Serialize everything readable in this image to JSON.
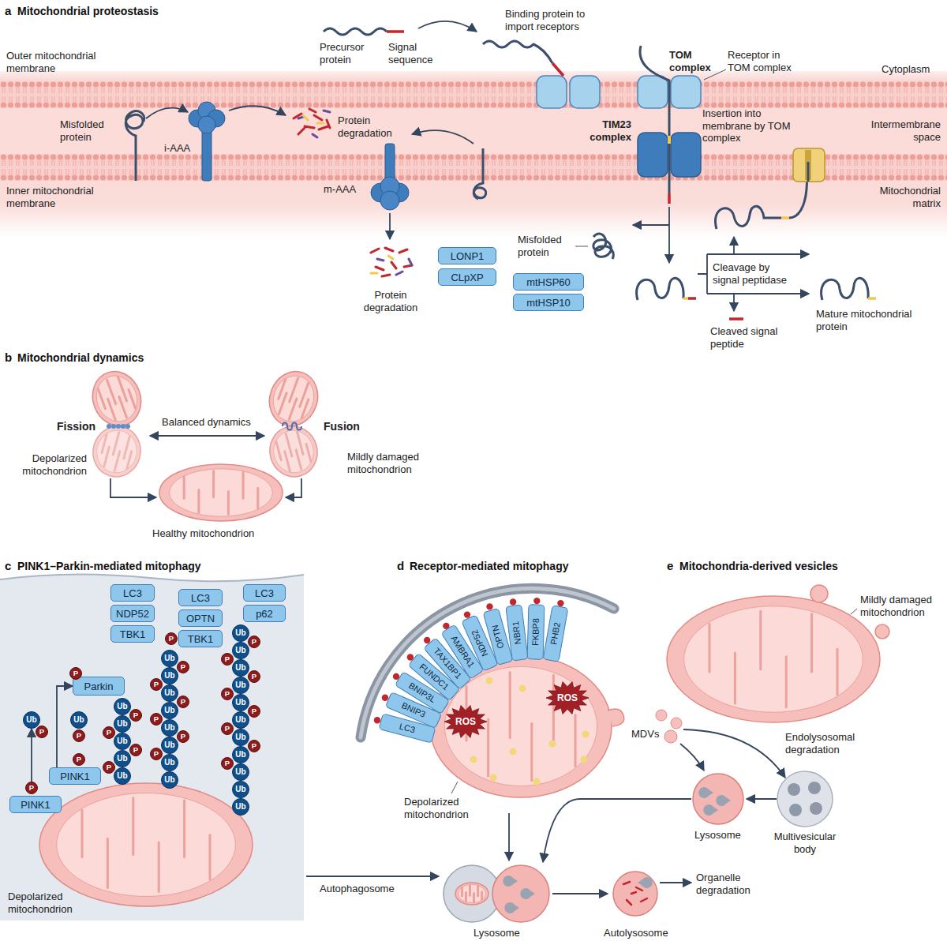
{
  "diagram": {
    "nodes": [
      {
        "text": [
          "LONP1"
        ]
      },
      {
        "text": [
          "CLpXP"
        ]
      },
      {
        "text": [
          "mtHSP60"
        ]
      },
      {
        "text": [
          "mtHSP10"
        ]
      },
      {
        "text": [
          "LC3"
        ]
      },
      {
        "text": [
          "NDP52"
        ]
      },
      {
        "text": [
          "TBK1"
        ]
      },
      {
        "text": [
          "LC3"
        ]
      },
      {
        "text": [
          "OPTN"
        ]
      },
      {
        "text": [
          "TBK1"
        ]
      },
      {
        "text": [
          "LC3"
        ]
      },
      {
        "text": [
          "p62"
        ]
      },
      {
        "text": [
          "Parkin"
        ]
      },
      {
        "text": [
          "P"
        ]
      },
      {
        "text": [
          "Ub"
        ]
      },
      {
        "text": [
          "P"
        ]
      },
      {
        "text": [
          "Ub"
        ]
      },
      {
        "text": [
          "P"
        ]
      },
      {
        "text": [
          "PINK1"
        ]
      },
      {
        "text": [
          "P"
        ]
      },
      {
        "text": [
          "PINK1"
        ]
      },
      {
        "text": [
          "P"
        ]
      },
      {
        "text": [
          "P"
        ]
      },
      {
        "text": [
          "Ub"
        ]
      },
      {
        "text": [
          "P"
        ]
      },
      {
        "text": [
          "Ub"
        ]
      },
      {
        "text": [
          "P"
        ]
      },
      {
        "text": [
          "Ub"
        ]
      },
      {
        "text": [
          "P"
        ]
      },
      {
        "text": [
          "Ub"
        ]
      },
      {
        "text": [
          "P"
        ]
      },
      {
        "text": [
          "Ub"
        ]
      },
      {
        "text": [
          "Ub"
        ]
      },
      {
        "text": [
          "P"
        ]
      },
      {
        "text": [
          "Ub"
        ]
      },
      {
        "text": [
          "P"
        ]
      },
      {
        "text": [
          "Ub"
        ]
      },
      {
        "text": [
          "P"
        ]
      },
      {
        "text": [
          "Ub"
        ]
      },
      {
        "text": [
          "P"
        ]
      },
      {
        "text": [
          "Ub"
        ]
      },
      {
        "text": [
          "P"
        ]
      },
      {
        "text": [
          "Ub"
        ]
      },
      {
        "text": [
          "P"
        ]
      },
      {
        "text": [
          "Ub"
        ]
      },
      {
        "text": [
          "Ub"
        ]
      },
      {
        "text": [
          "Ub"
        ]
      },
      {
        "text": [
          "P"
        ]
      },
      {
        "text": [
          "Ub"
        ]
      },
      {
        "text": [
          "P"
        ]
      },
      {
        "text": [
          "Ub"
        ]
      },
      {
        "text": [
          "P"
        ]
      },
      {
        "text": [
          "Ub"
        ]
      },
      {
        "text": [
          "P"
        ]
      },
      {
        "text": [
          "Ub"
        ]
      },
      {
        "text": [
          "P"
        ]
      },
      {
        "text": [
          "Ub"
        ]
      },
      {
        "text": [
          "P"
        ]
      },
      {
        "text": [
          "Ub"
        ]
      },
      {
        "text": [
          "P"
        ]
      },
      {
        "text": [
          "Ub"
        ]
      },
      {
        "text": [
          "P"
        ]
      },
      {
        "text": [
          "Ub"
        ]
      },
      {
        "text": [
          "Ub"
        ]
      },
      {
        "text": [
          "Ub"
        ]
      },
      {
        "text": [
          "LC3"
        ]
      },
      {
        "text": [
          "BNIP3"
        ]
      },
      {
        "text": [
          "BNIP3L"
        ]
      },
      {
        "text": [
          "FUNDC1"
        ]
      },
      {
        "text": [
          "TAX1BP1"
        ]
      },
      {
        "text": [
          "AMBRA1"
        ]
      },
      {
        "text": [
          "NDP52"
        ]
      },
      {
        "text": [
          "OPTN"
        ]
      },
      {
        "text": [
          "NBR1"
        ]
      },
      {
        "text": [
          "FKBP8"
        ]
      },
      {
        "text": [
          "PHB2"
        ]
      },
      {
        "text": [
          "ROS"
        ]
      },
      {
        "text": [
          "ROS"
        ]
      }
    ],
    "edges": [
      {
        "from": 21,
        "to": 14,
        "arrow": "to"
      },
      {
        "from": 18,
        "to": 12,
        "arrow": "to"
      }
    ],
    "labels": [
      "a",
      "Mitochondrial proteostasis",
      "Precursor protein",
      "Signal sequence",
      "Binding protein to import receptors",
      "Outer mitochondrial membrane",
      "TOM complex",
      "Receptor in TOM complex",
      "Cytoplasm",
      "Misfolded protein",
      "i-AAA",
      "Protein degradation",
      "TIM23 complex",
      "Insertion into membrane by TOM complex",
      "Intermembrane space",
      "Inner mitochondrial membrane",
      "m-AAA",
      "Mitochondrial matrix",
      "Misfolded protein",
      "Protein degradation",
      "Cleavage by signal peptidase",
      "Cleaved signal peptide",
      "Mature mitochondrial protein",
      "b",
      "Mitochondrial dynamics",
      "Balanced dynamics",
      "Fission",
      "Fusion",
      "Depolarized mitochondrion",
      "Mildly damaged mitochondrion",
      "Healthy mitochondrion",
      "c",
      "PINK1–Parkin-mediated mitophagy",
      "Depolarized mitochondrion",
      "d",
      "Receptor-mediated mitophagy",
      "Depolarized mitochondrion",
      "e",
      "Mitochondria-derived vesicles",
      "Mildly damaged mitochondrion",
      "MDVs",
      "Endolysosomal degradation",
      "Lysosome",
      "Multivesicular body",
      "Autophagosome",
      "Lysosome",
      "Autolysosome",
      "Organelle degradation"
    ]
  }
}
